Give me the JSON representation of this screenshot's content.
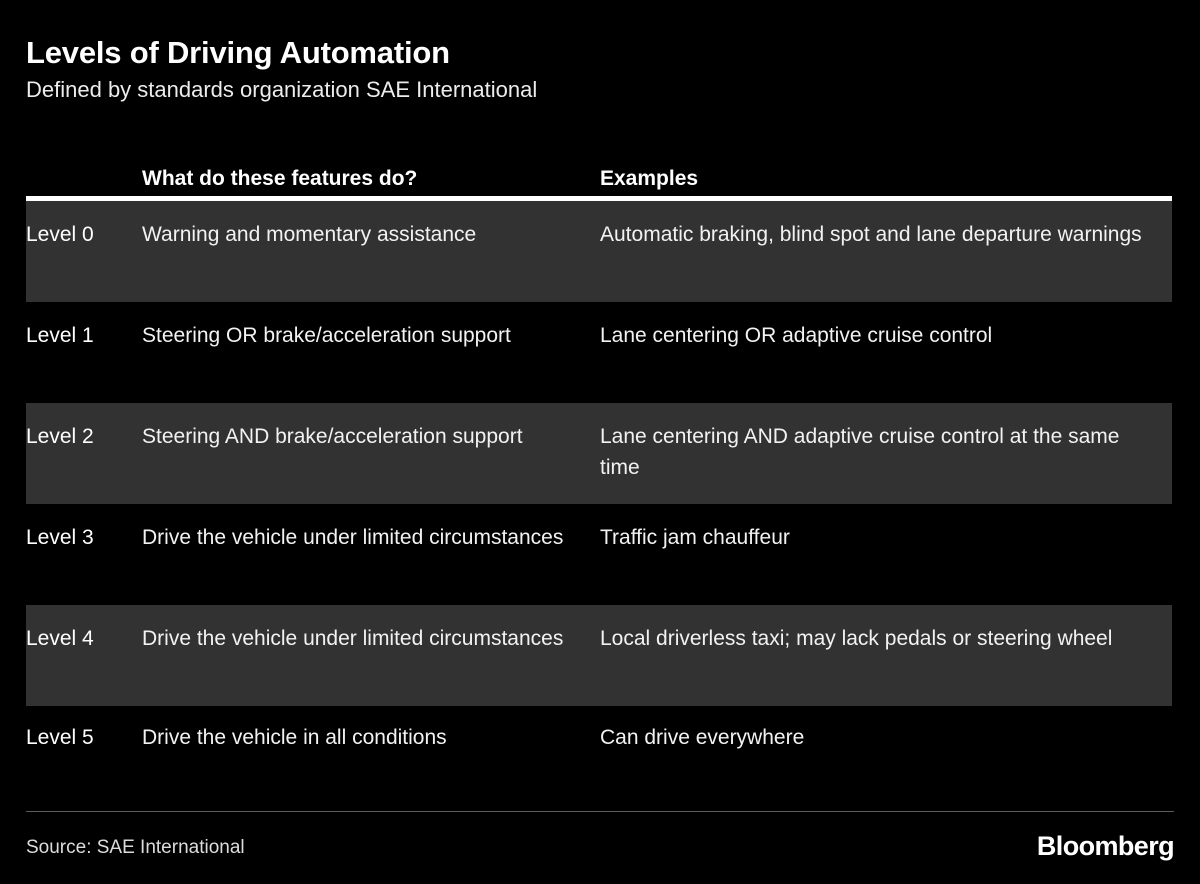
{
  "header": {
    "title": "Levels of Driving Automation",
    "subtitle": "Defined by standards organization SAE International"
  },
  "table": {
    "columns": {
      "level": "",
      "what": "What do these features do?",
      "examples": "Examples"
    },
    "rows": [
      {
        "level": "Level 0",
        "what": "Warning and momentary assistance",
        "example": "Automatic braking, blind spot and lane departure warnings",
        "shaded": true
      },
      {
        "level": "Level 1",
        "what": "Steering OR brake/acceleration support",
        "example": "Lane centering OR adaptive cruise control",
        "shaded": false
      },
      {
        "level": "Level 2",
        "what": "Steering AND brake/acceleration support",
        "example": "Lane centering AND adaptive cruise control at the same time",
        "shaded": true
      },
      {
        "level": "Level 3",
        "what": "Drive the vehicle under limited circumstances",
        "example": "Traffic jam chauffeur",
        "shaded": false
      },
      {
        "level": "Level 4",
        "what": "Drive the vehicle under limited circumstances",
        "example": "Local driverless taxi; may lack pedals or steering wheel",
        "shaded": true
      },
      {
        "level": "Level 5",
        "what": "Drive the vehicle in all conditions",
        "example": "Can drive everywhere",
        "shaded": false
      }
    ]
  },
  "footer": {
    "source": "Source: SAE International",
    "brand": "Bloomberg"
  },
  "colors": {
    "background": "#000000",
    "shaded_row": "#323232",
    "text": "#ffffff",
    "rule": "#ffffff",
    "footer_rule": "#5a5a5a"
  }
}
